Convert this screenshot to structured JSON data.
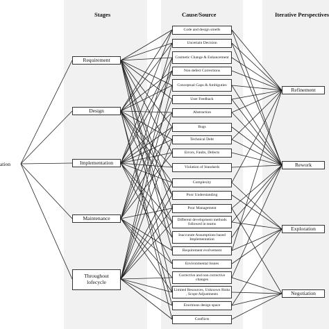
{
  "headers": {
    "stages": "Stages",
    "cause_source": "Cause/Source",
    "perspectives": "Iterative Perspectives"
  },
  "origin": {
    "label": "eration"
  },
  "stages": [
    "Requirement",
    "Design",
    "Implementation",
    "Maintenance",
    "Throughout lofecycle"
  ],
  "causes": [
    "Code and design smells",
    "Uncertain Decision",
    "Cosmetic Change & Enhancement",
    "Non defect Corrections",
    "Conceptual Gaps & Ambiguties",
    "User Feedback",
    "Abstraction",
    "Bugs",
    "Technical Debt",
    "Errors, Faults, Defects",
    "Violation of Standards",
    "Complexity",
    "Poor Understanding",
    "Poor Management",
    "Different development methods followed in teams",
    "Inaccurate Assumptions based Implementation",
    "Requirement evolvement",
    "Environmental Issues",
    "Corrective and non corrective changes",
    "Limited Resources, Unknown Risks , Scope Adjustments",
    "Enormous design space",
    "Conflicts"
  ],
  "perspectives": [
    "Refinement",
    "Rework",
    "Exploration",
    "Negotiation"
  ]
}
